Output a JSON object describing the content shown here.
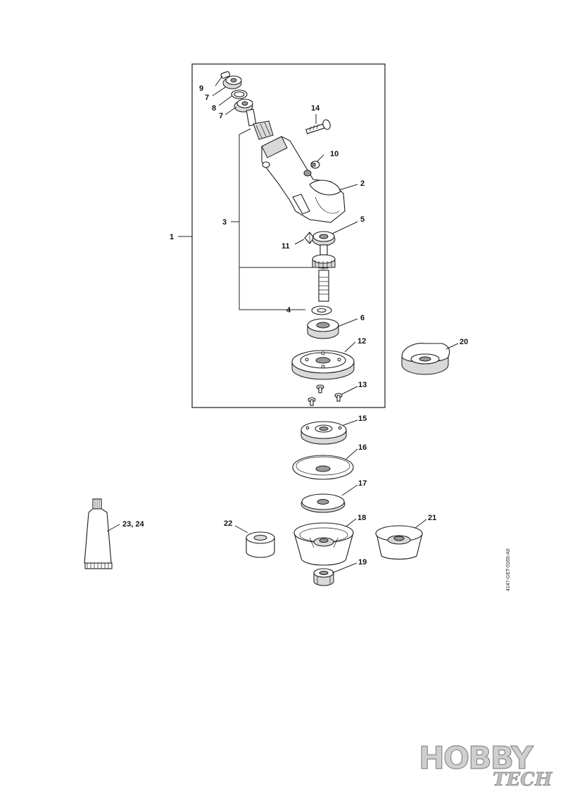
{
  "callouts": {
    "c1": "1",
    "c2": "2",
    "c3": "3",
    "c4": "4",
    "c5": "5",
    "c6": "6",
    "c7a": "7",
    "c7b": "7",
    "c8": "8",
    "c9": "9",
    "c10": "10",
    "c11": "11",
    "c12": "12",
    "c13": "13",
    "c14": "14",
    "c15": "15",
    "c16": "16",
    "c17": "17",
    "c18": "18",
    "c19": "19",
    "c20": "20",
    "c21": "21",
    "c22": "22",
    "c2324": "23, 24"
  },
  "drawing_code": "4147-GET-0165-A0",
  "watermark": {
    "line1": "HOBBY",
    "line2": "TECH"
  }
}
